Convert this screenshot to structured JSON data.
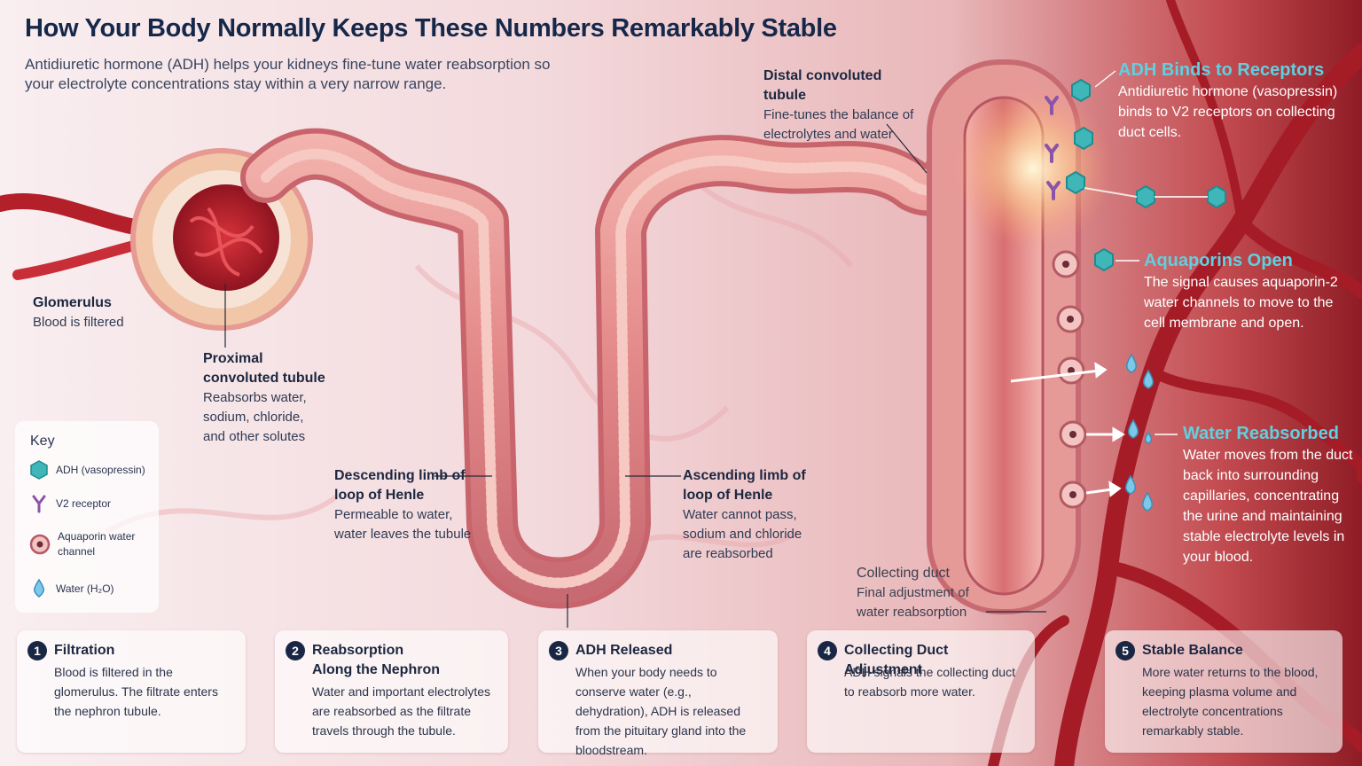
{
  "header": {
    "title": "How Your Body Normally Keeps These Numbers Remarkably Stable",
    "subtitle": "Antidiuretic hormone (ADH) helps your kidneys fine-tune water reabsorption so your electrolyte concentrations stay within a very narrow range."
  },
  "labels": {
    "glomerulus": {
      "title": "Glomerulus",
      "text": "Blood is filtered"
    },
    "pct": {
      "title": "Proximal convoluted tubule",
      "text": "Reabsorbs water, sodium, chloride, and other solutes"
    },
    "descending": {
      "title": "Descending limb of loop of Henle",
      "text": "Permeable to water, water leaves the tubule"
    },
    "ascending": {
      "title": "Ascending limb of loop of Henle",
      "text": "Water cannot pass, sodium and chloride are reabsorbed"
    },
    "dct": {
      "title": "Distal convoluted tubule",
      "text": "Fine-tunes the balance of electrolytes and water"
    },
    "collecting": {
      "title": "Collecting duct",
      "text": "Final adjustment of water reabsorption"
    }
  },
  "right_panel": {
    "adh_binds": {
      "title": "ADH Binds to Receptors",
      "text": "Antidiuretic hormone (vasopressin) binds to V2 receptors on collecting duct cells."
    },
    "aquaporins": {
      "title": "Aquaporins Open",
      "text": "The signal causes aquaporin-2 water channels to move to the cell membrane and open."
    },
    "water": {
      "title": "Water Reabsorbed",
      "text": "Water moves from the duct back into surrounding capillaries, concentrating the urine and maintaining stable electrolyte levels in your blood."
    }
  },
  "key": {
    "title": "Key",
    "items": [
      {
        "label": "ADH (vasopressin)",
        "icon": "adh-hexagon-icon"
      },
      {
        "label": "V2 receptor",
        "icon": "v2-receptor-icon"
      },
      {
        "label": "Aquaporin water channel",
        "icon": "aquaporin-icon"
      },
      {
        "label": "Water (H₂O)",
        "icon": "water-drop-icon"
      }
    ]
  },
  "steps": [
    {
      "num": "1",
      "title": "Filtration",
      "text": "Blood is filtered in the glomerulus. The filtrate enters the nephron tubule."
    },
    {
      "num": "2",
      "title": "Reabsorption Along the Nephron",
      "text": "Water and important electrolytes are reabsorbed as the filtrate travels through the tubule."
    },
    {
      "num": "3",
      "title": "ADH Released",
      "text": "When your body needs to conserve water (e.g., dehydration), ADH is released from the pituitary gland into the bloodstream."
    },
    {
      "num": "4",
      "title": "Collecting Duct Adjustment",
      "text": "ADH signals the collecting duct to reabsorb more water."
    },
    {
      "num": "5",
      "title": "Stable Balance",
      "text": "More water returns to the blood, keeping plasma volume and electrolyte concentrations remarkably stable."
    }
  ],
  "colors": {
    "title": "#16284a",
    "accent_cyan": "#5fd0e0",
    "tubule": "#e58e8e",
    "vessel": "#b3202a",
    "step_badge": "#1a2744"
  }
}
